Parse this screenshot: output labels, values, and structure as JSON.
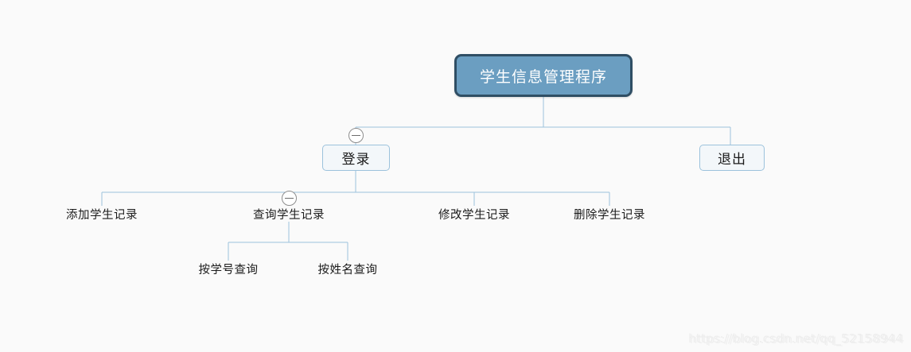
{
  "diagram": {
    "title_node": {
      "label": "学生信息管理程序"
    },
    "level2": [
      {
        "id": "login",
        "label": "登录"
      },
      {
        "id": "exit",
        "label": "退出"
      }
    ],
    "level3": [
      {
        "id": "add",
        "label": "添加学生记录"
      },
      {
        "id": "query",
        "label": "查询学生记录"
      },
      {
        "id": "edit",
        "label": "修改学生记录"
      },
      {
        "id": "delete",
        "label": "删除学生记录"
      }
    ],
    "level4": [
      {
        "id": "by-id",
        "label": "按学号查询"
      },
      {
        "id": "by-name",
        "label": "按姓名查询"
      }
    ],
    "toggles": [
      {
        "id": "toggle-login",
        "state": "expanded",
        "glyph": "minus"
      },
      {
        "id": "toggle-query",
        "state": "expanded",
        "glyph": "minus"
      }
    ],
    "colors": {
      "background": "#fafafa",
      "root_fill": "#6b9ec1",
      "root_border": "#2f4e64",
      "root_text": "#ffffff",
      "node_fill": "#f3f7fa",
      "node_border": "#9cc2dc",
      "connector": "#9cc2dc",
      "text": "#1b1b1b",
      "watermark": "#ededed"
    }
  },
  "watermark": {
    "text": "https://blog.csdn.net/qq_52158944",
    "overlay_text": "https://blog.csdn.net/qq_52158944"
  }
}
